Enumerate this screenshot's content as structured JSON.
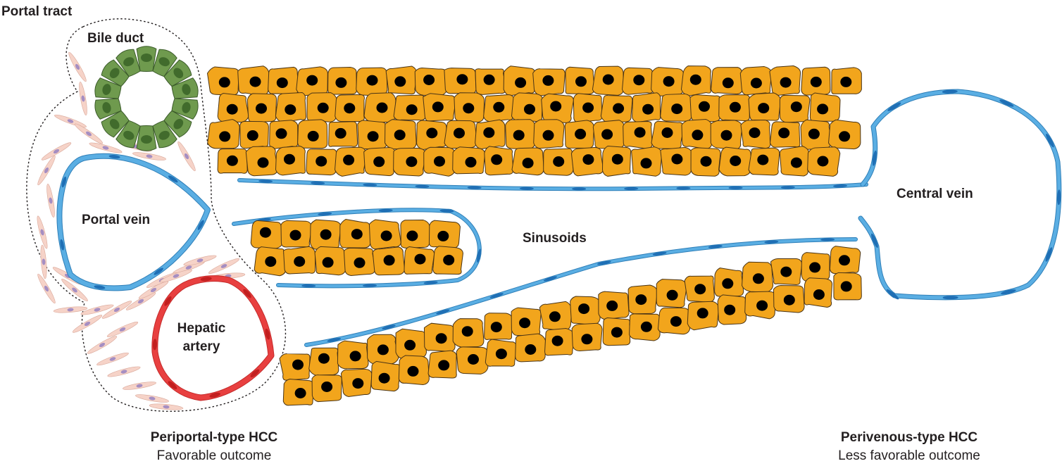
{
  "labels": {
    "portal_tract": "Portal tract",
    "bile_duct": "Bile duct",
    "portal_vein": "Portal vein",
    "hepatic_artery_line1": "Hepatic",
    "hepatic_artery_line2": "artery",
    "sinusoids": "Sinusoids",
    "central_vein": "Central vein",
    "periportal_title": "Periportal-type HCC",
    "periportal_outcome": "Favorable outcome",
    "perivenous_title": "Perivenous-type HCC",
    "perivenous_outcome": "Less favorable outcome"
  },
  "colors": {
    "hepatocyte": "#f2a51c",
    "nucleus": "#000000",
    "endothelium": "#5aaee3",
    "endothelial_nucleus": "#1f6fb5",
    "artery": "#e84040",
    "bile_duct": "#6f9a4e",
    "bile_nucleus": "#416b2c",
    "fibroblast": "#f6d3c8",
    "fibroblast_nucleus": "#a58ec2"
  }
}
